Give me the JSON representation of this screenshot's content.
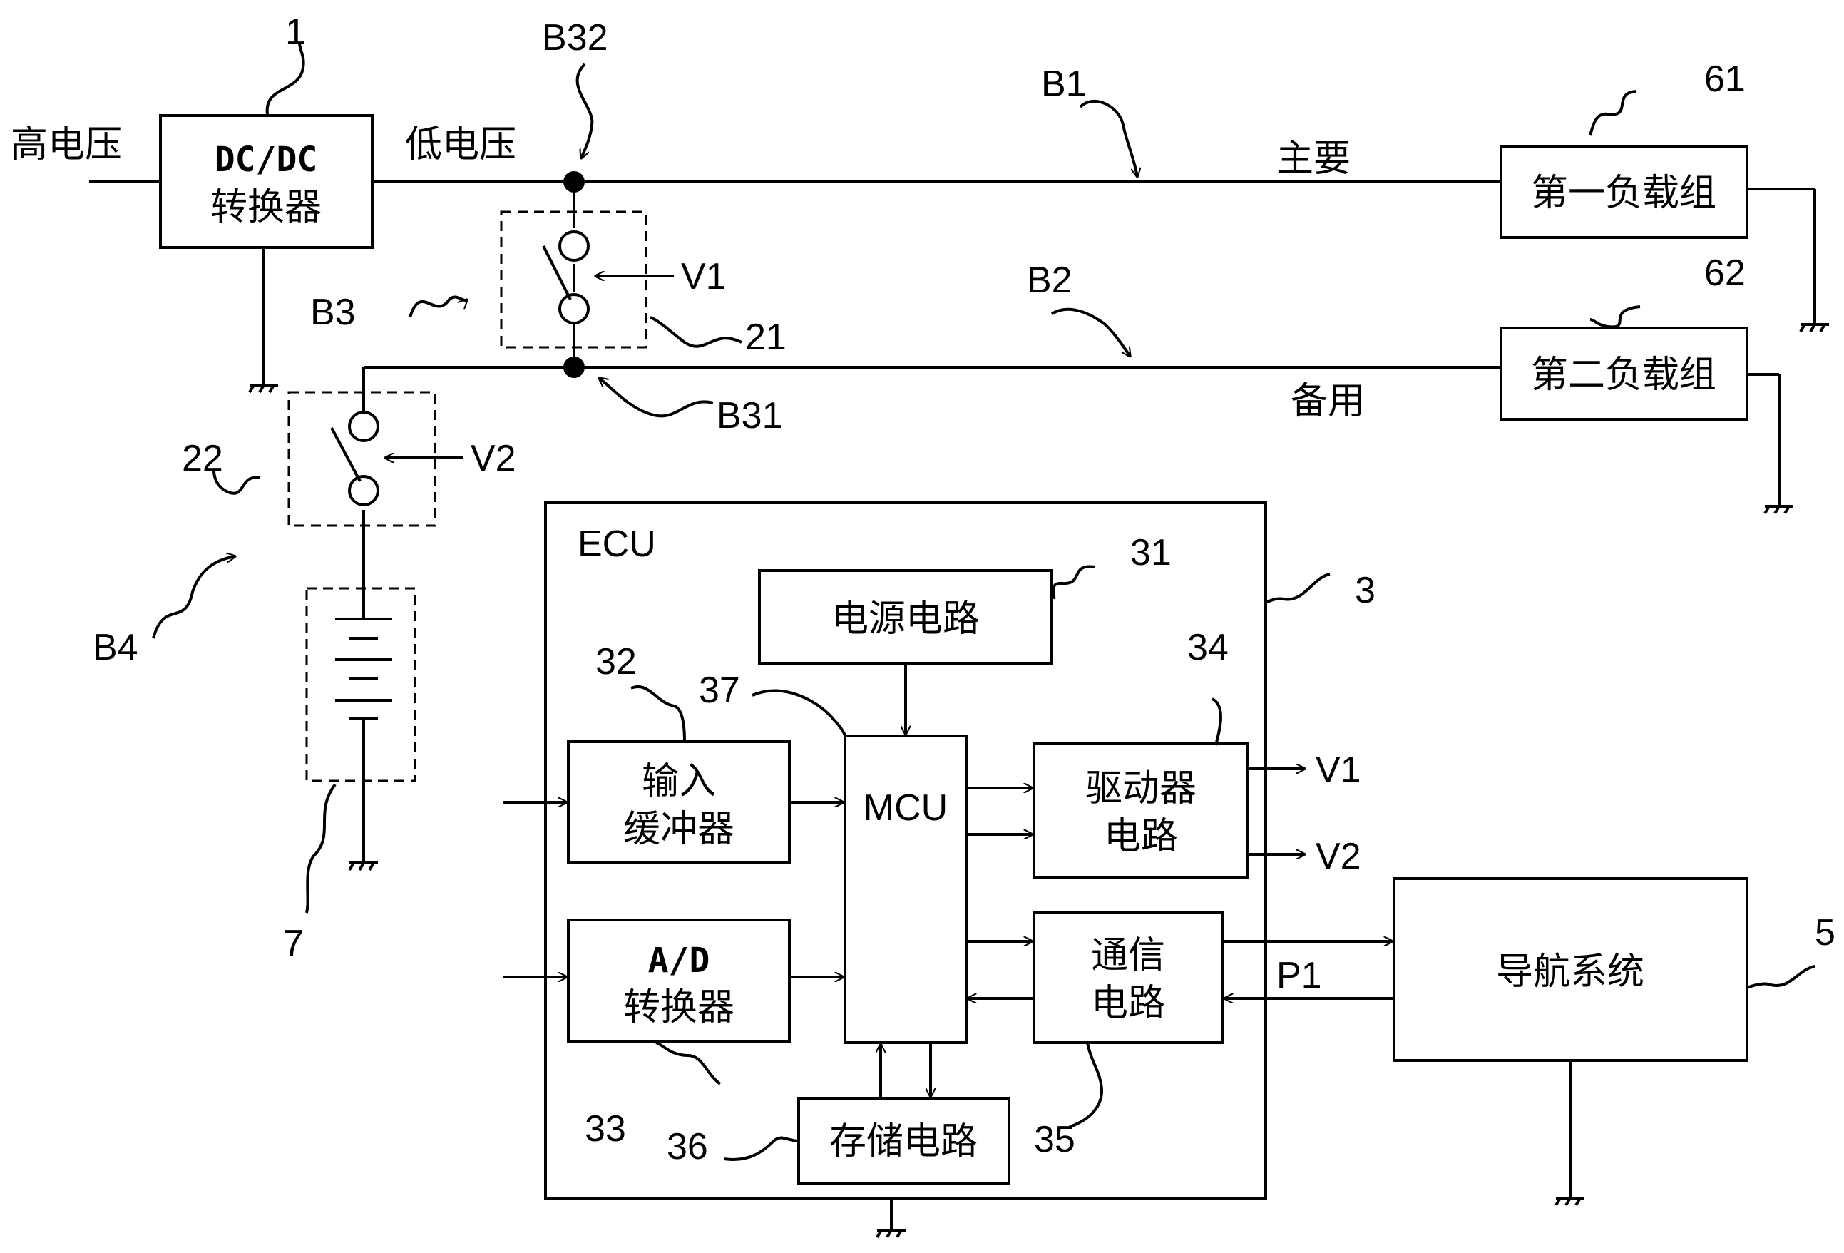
{
  "labels": {
    "high_voltage": "高电压",
    "low_voltage": "低电压",
    "dcdc_line1": "DC/DC",
    "dcdc_line2": "转换器",
    "main": "主要",
    "backup": "备用",
    "load1": "第一负载组",
    "load2": "第二负载组",
    "ecu": "ECU",
    "power_circuit": "电源电路",
    "input_buffer_line1": "输入",
    "input_buffer_line2": "缓冲器",
    "ad_line1": "A/D",
    "ad_line2": "转换器",
    "mcu": "MCU",
    "driver_line1": "驱动器",
    "driver_line2": "电路",
    "comm_line1": "通信",
    "comm_line2": "电路",
    "storage": "存储电路",
    "nav": "导航系统",
    "v1": "V1",
    "v2": "V2",
    "v1_out": "V1",
    "v2_out": "V2",
    "p1": "P1"
  },
  "refs": {
    "r1": "1",
    "r3": "3",
    "r5": "5",
    "r7": "7",
    "r21": "21",
    "r22": "22",
    "r31": "31",
    "r32": "32",
    "r33": "33",
    "r34": "34",
    "r35": "35",
    "r36": "36",
    "r37": "37",
    "r61": "61",
    "r62": "62",
    "b1": "B1",
    "b2": "B2",
    "b3": "B3",
    "b4": "B4",
    "b31": "B31",
    "b32": "B32"
  }
}
